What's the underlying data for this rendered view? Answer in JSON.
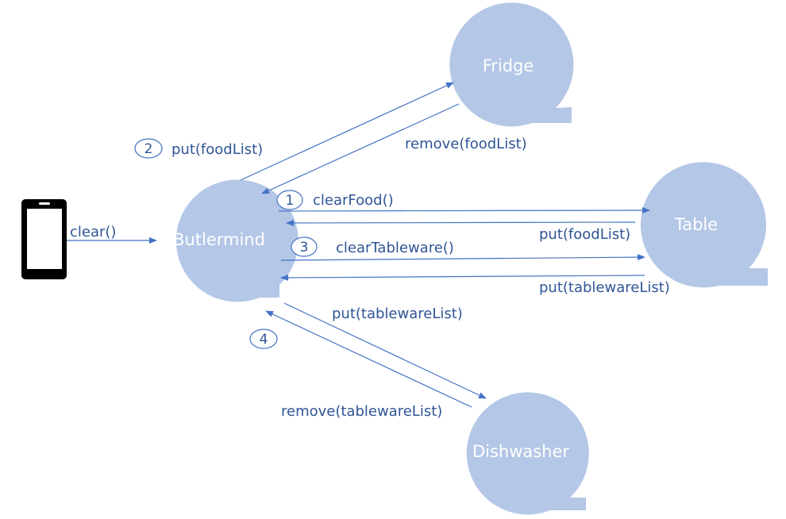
{
  "colors": {
    "node_fill": "#b4c7e7",
    "node_text": "#ffffff",
    "line": "#4472c4",
    "label": "#2f5597",
    "device": "#000000"
  },
  "nodes": {
    "butlermind": "Butlermind",
    "fridge": "Fridge",
    "table": "Table",
    "dishwasher": "Dishwasher"
  },
  "device": {
    "icon": "smartphone-icon"
  },
  "messages": {
    "clear": "clear()",
    "put_foodlist_fridge": "put(foodList)",
    "remove_foodlist": "remove(foodList)",
    "clear_food": "clearFood()",
    "put_foodlist_table": "put(foodList)",
    "clear_tableware": "clearTableware()",
    "put_tablewarelist_table": "put(tablewareList)",
    "put_tablewarelist_dishwasher": "put(tablewareList)",
    "remove_tablewarelist": "remove(tablewareList)"
  },
  "steps": [
    "1",
    "2",
    "3",
    "4"
  ]
}
